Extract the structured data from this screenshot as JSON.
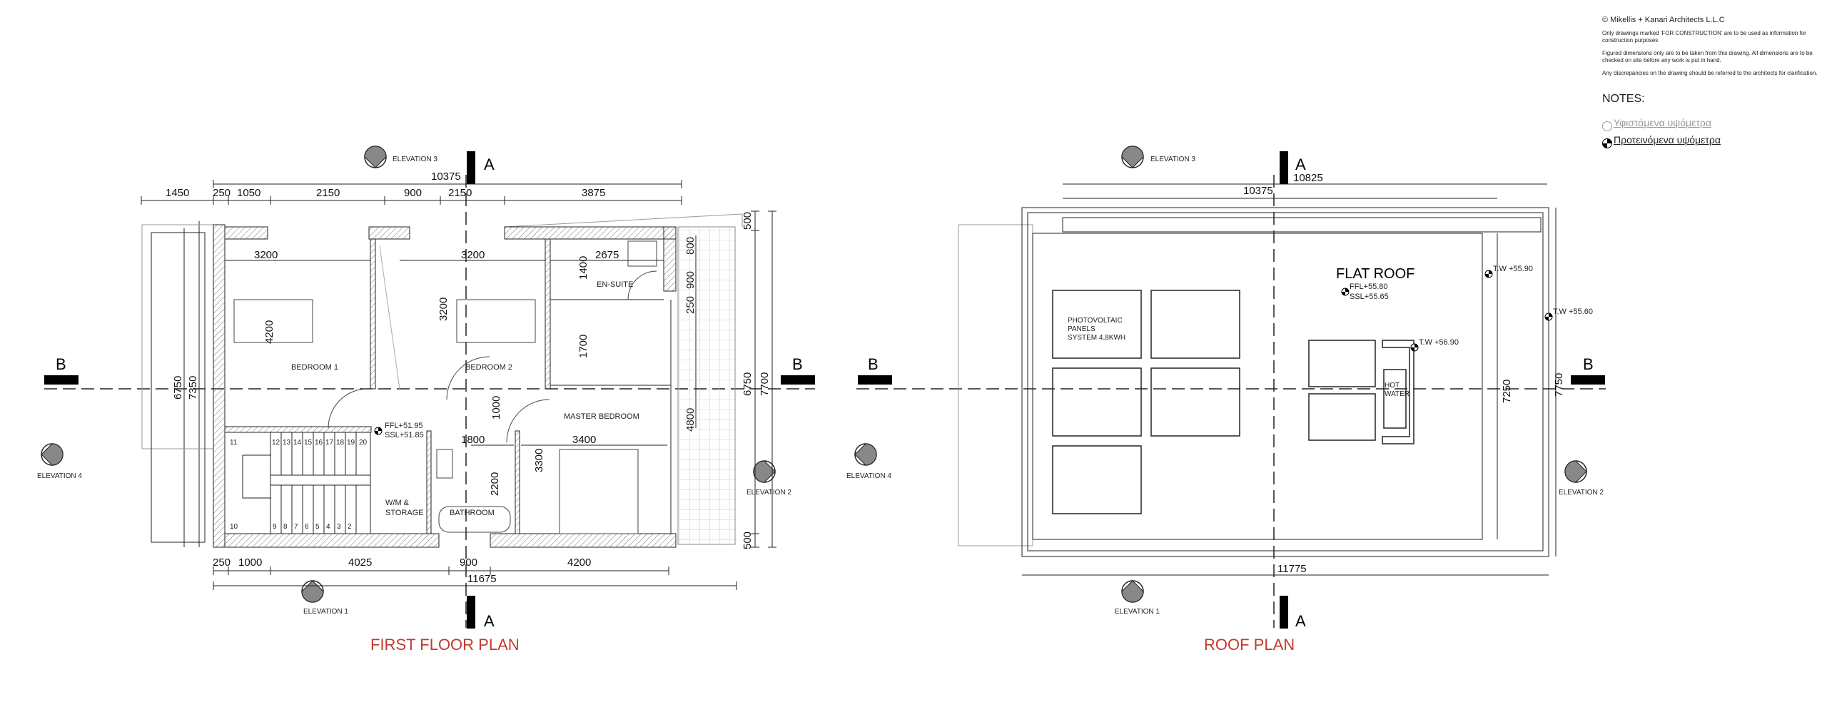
{
  "notes": {
    "copyright": "© Mikellis + Kanari Architects L.L.C",
    "paragraphs": [
      "Only drawings marked 'FOR CONSTRUCTION' are to be used as information for construction purposes",
      "Figured dimensions only are to be taken from this drawing. All dimensions are to be checked on site before any work is put in hand.",
      "Any discrepancies on the drawing should be referred to the architects for clarification."
    ],
    "heading": "NOTES:",
    "legend": [
      {
        "label": "Υφιστάμενα υψόμετρα",
        "icon": "existing-level-icon"
      },
      {
        "label": "Προτεινόμενα υψόμετρα",
        "icon": "proposed-level-icon"
      }
    ]
  },
  "colors": {
    "title": "#c23b2e",
    "line": "#222222"
  },
  "first_floor": {
    "title": "FIRST FLOOR PLAN",
    "section_a": "A",
    "section_b": "B",
    "elevations": {
      "e1": "ELEVATION 1",
      "e2": "ELEVATION 2",
      "e3": "ELEVATION 3",
      "e4": "ELEVATION 4"
    },
    "top_total": "10375",
    "top_dims": [
      "1450",
      "250",
      "1050",
      "2150",
      "900",
      "2150",
      "3875"
    ],
    "bottom_dims": [
      "250",
      "1000",
      "4025",
      "900",
      "4200"
    ],
    "bottom_total": "11675",
    "right_dims": [
      "500",
      "6750",
      "7700",
      "500",
      "800",
      "900",
      "250",
      "4800"
    ],
    "left_dims": [
      "6750",
      "7350"
    ],
    "inner_dims": [
      "3200",
      "3200",
      "2675",
      "1400",
      "4200",
      "3200",
      "1700",
      "1000",
      "1800",
      "3400",
      "3300",
      "2200"
    ],
    "rooms": {
      "bedroom1": "BEDROOM 1",
      "bedroom2": "BEDROOM 2",
      "ensuite": "EN-SUITE",
      "master": "MASTER BEDROOM",
      "bathroom": "BATHROOM",
      "storage_line1": "W/M &",
      "storage_line2": "STORAGE"
    },
    "levels": [
      "FFL+51.95",
      "SSL+51.85"
    ],
    "stair_top": [
      "11",
      "12",
      "13",
      "14",
      "15",
      "16",
      "17",
      "18",
      "19",
      "20"
    ],
    "stair_bottom": [
      "10",
      "9",
      "8",
      "7",
      "6",
      "5",
      "4",
      "3",
      "2"
    ]
  },
  "roof": {
    "title": "ROOF PLAN",
    "section_a": "A",
    "section_b": "B",
    "elevations": {
      "e1": "ELEVATION 1",
      "e2": "ELEVATION 2",
      "e3": "ELEVATION 3",
      "e4": "ELEVATION 4"
    },
    "dims": {
      "d10825": "10825",
      "d10375": "10375",
      "d11775": "11775",
      "d7250": "7250",
      "d7750": "7750"
    },
    "flat_roof": "FLAT ROOF",
    "levels": [
      "FFL+55.80",
      "SSL+55.65"
    ],
    "pv_line1": "PHOTOVOLTAIC",
    "pv_line2": "PANELS",
    "pv_line3": "SYSTEM 4,8KWH",
    "hot_water_1": "HOT",
    "hot_water_2": "WATER",
    "tw": [
      "T.W  +56.90",
      "T.W  +55.90",
      "T.W  +55.60"
    ]
  }
}
